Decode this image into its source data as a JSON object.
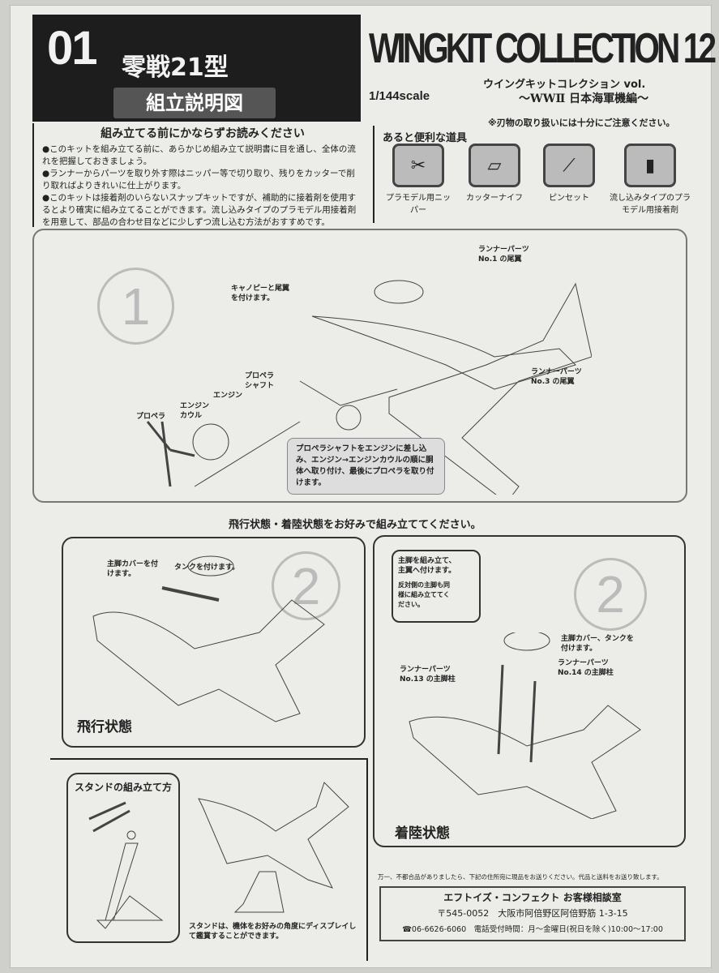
{
  "header": {
    "number": "01",
    "model": "零戦21型",
    "subtitle": "組立説明図",
    "brand": "WINGKIT COLLECTION 12",
    "brand_kana": "ウイングキットコレクション vol.",
    "scale": "1/144scale",
    "series": "〜WWⅡ 日本海軍機編〜"
  },
  "intro": {
    "title": "組み立てる前にかならずお読みください",
    "items": [
      "●このキットを組み立てる前に、あらかじめ組み立て説明書に目を通し、全体の流れを把握しておきましょう。",
      "●ランナーからパーツを取り外す際はニッパー等で切り取り、残りをカッターで削り取ればよりきれいに仕上がります。",
      "●このキットは接着剤のいらないスナップキットですが、補助的に接着剤を使用するとより確実に組み立てることができます。流し込みタイプのプラモデル用接着剤を用意して、部品の合わせ目などに少しずつ流し込む方法がおすすめです。"
    ]
  },
  "tools": {
    "title": "あると便利な道具",
    "warning": "※刃物の取り扱いには十分にご注意ください。",
    "items": [
      "プラモデル用ニッパー",
      "カッターナイフ",
      "ピンセット",
      "流し込みタイプのプラモデル用接着剤"
    ]
  },
  "step1": {
    "number": "1",
    "canopy_note": "キャノピーと尾翼を付けます。",
    "tail1": "ランナーパーツ No.1 の尾翼",
    "tail3": "ランナーパーツ No.3 の尾翼",
    "shaft": "プロペラ シャフト",
    "engine": "エンジン",
    "cowl": "エンジン カウル",
    "propeller": "プロペラ",
    "bubble": "プロペラシャフトをエンジンに差し込み、エンジン→エンジンカウルの順に胴体へ取り付け、最後にプロペラを取り付けます。"
  },
  "step2": {
    "heading": "飛行状態・着陸状態をお好みで組み立ててください。",
    "number": "2",
    "flight": {
      "cover_note": "主脚カバーを付けます。",
      "tank_note": "タンクを付けます。",
      "label": "飛行状態"
    },
    "landing": {
      "bubble1": "主脚を組み立て、主翼へ付けます。",
      "bubble2": "反対側の主脚も同様に組み立ててください。",
      "cover_tank": "主脚カバー、タンクを付けます。",
      "strut13": "ランナーパーツ No.13 の主脚柱",
      "strut14": "ランナーパーツ No.14 の主脚柱",
      "label": "着陸状態"
    }
  },
  "stand": {
    "title": "スタンドの組み立て方",
    "note": "スタンドは、機体をお好みの角度にディスプレイして鑑賞することができます。"
  },
  "footer": {
    "notice": "万一、不都合品がありましたら、下記の住所宛に現品をお送りください。代品と送料をお送り致します。",
    "company": "エフトイズ・コンフェクト お客様相談室",
    "address": "〒545-0052　大阪市阿倍野区阿倍野筋 1-3-15",
    "phone": "☎06-6626-6060　電話受付時間：月〜金曜日(祝日を除く)10:00〜17:00"
  }
}
